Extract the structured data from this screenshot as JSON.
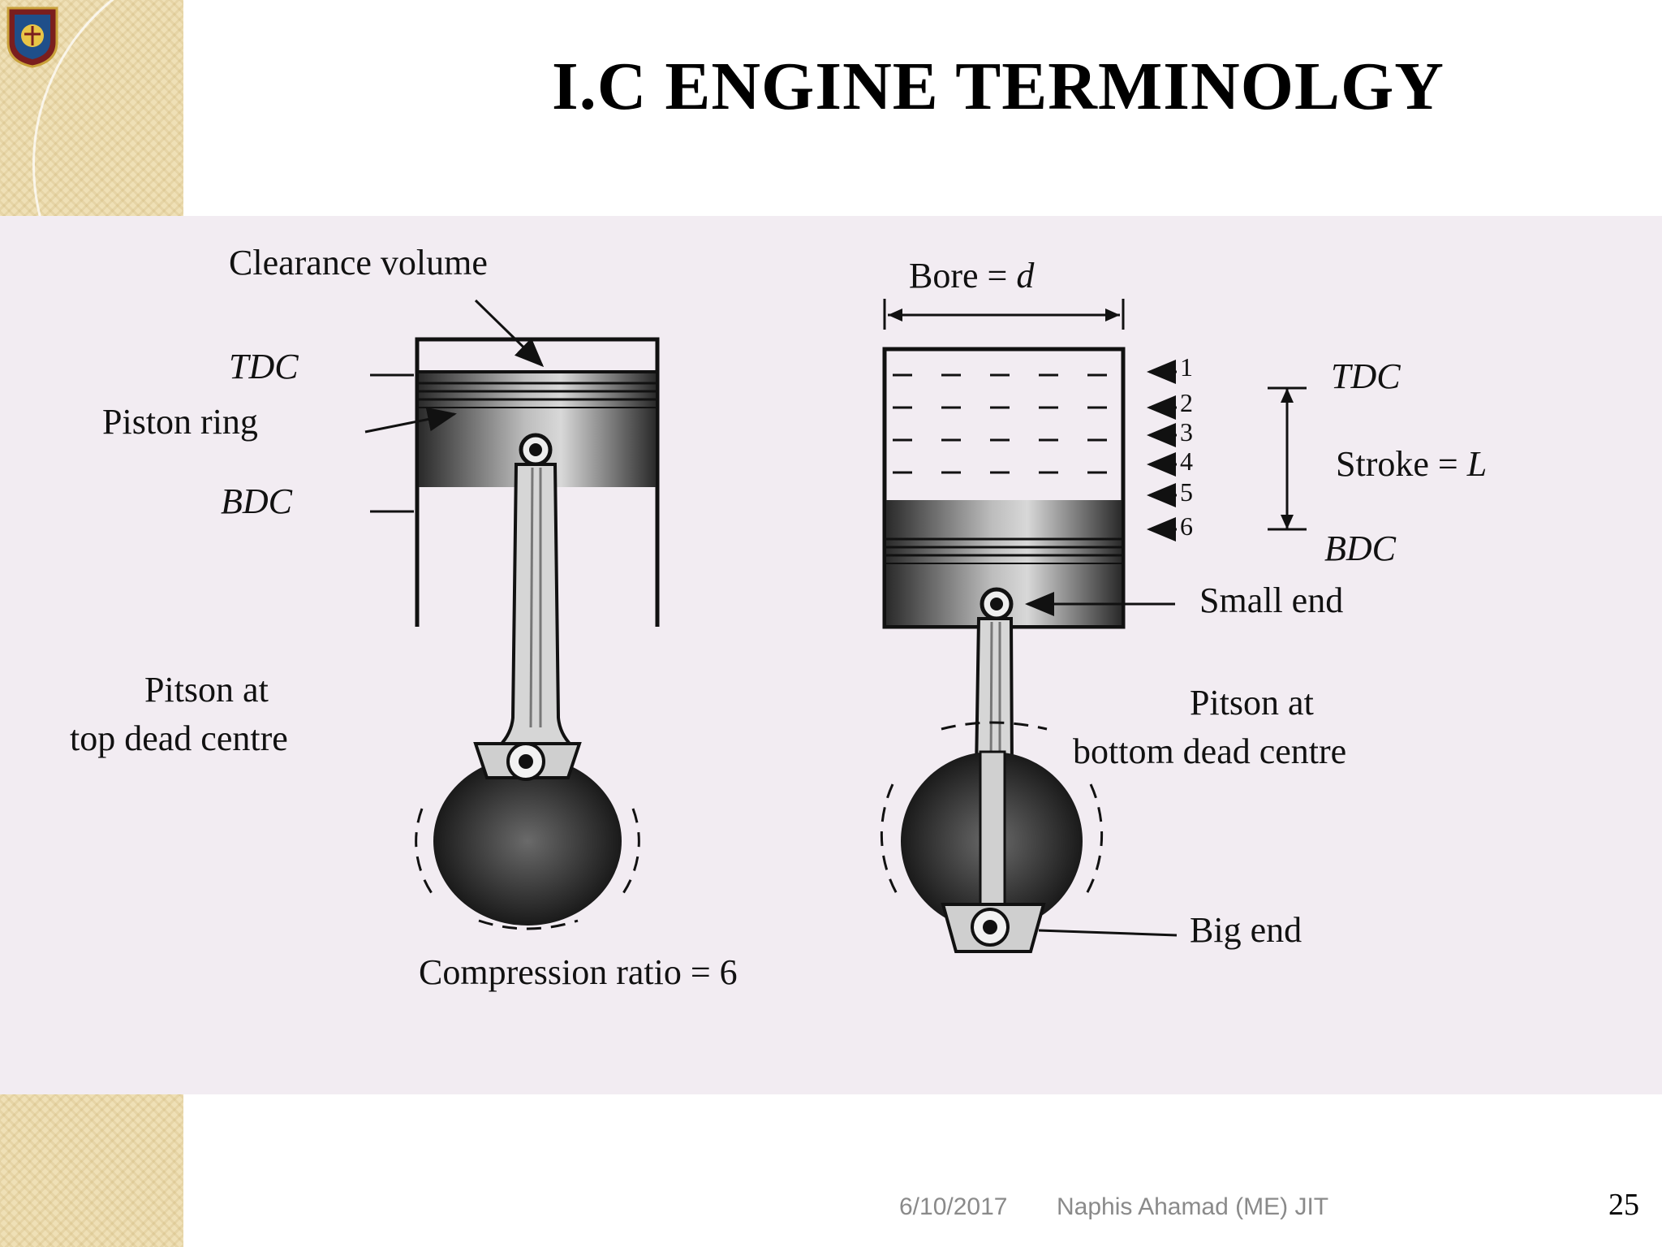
{
  "slide": {
    "title": "I.C ENGINE TERMINOLGY",
    "page_number": "25"
  },
  "footer": {
    "date": "6/10/2017",
    "author": "Naphis Ahamad (ME) JIT"
  },
  "diagram": {
    "left": {
      "clearance_volume": "Clearance volume",
      "tdc": "TDC",
      "piston_ring": "Piston ring",
      "bdc": "BDC",
      "caption_line1": "Pitson at",
      "caption_line2": "top dead centre"
    },
    "right": {
      "bore": "Bore = ",
      "bore_symbol": "d",
      "tdc": "TDC",
      "stroke": "Stroke = ",
      "stroke_symbol": "L",
      "bdc": "BDC",
      "small_end": "Small end",
      "caption_line1": "Pitson at",
      "caption_line2": "bottom dead centre",
      "big_end": "Big end",
      "positions": [
        "1",
        "2",
        "3",
        "4",
        "5",
        "6"
      ]
    },
    "compression_ratio": "Compression ratio = 6"
  },
  "colors": {
    "strip": "#efe0b6",
    "figure_bg": "#f2ecf2",
    "ink": "#111111",
    "footer_text": "#8a8a8a"
  }
}
